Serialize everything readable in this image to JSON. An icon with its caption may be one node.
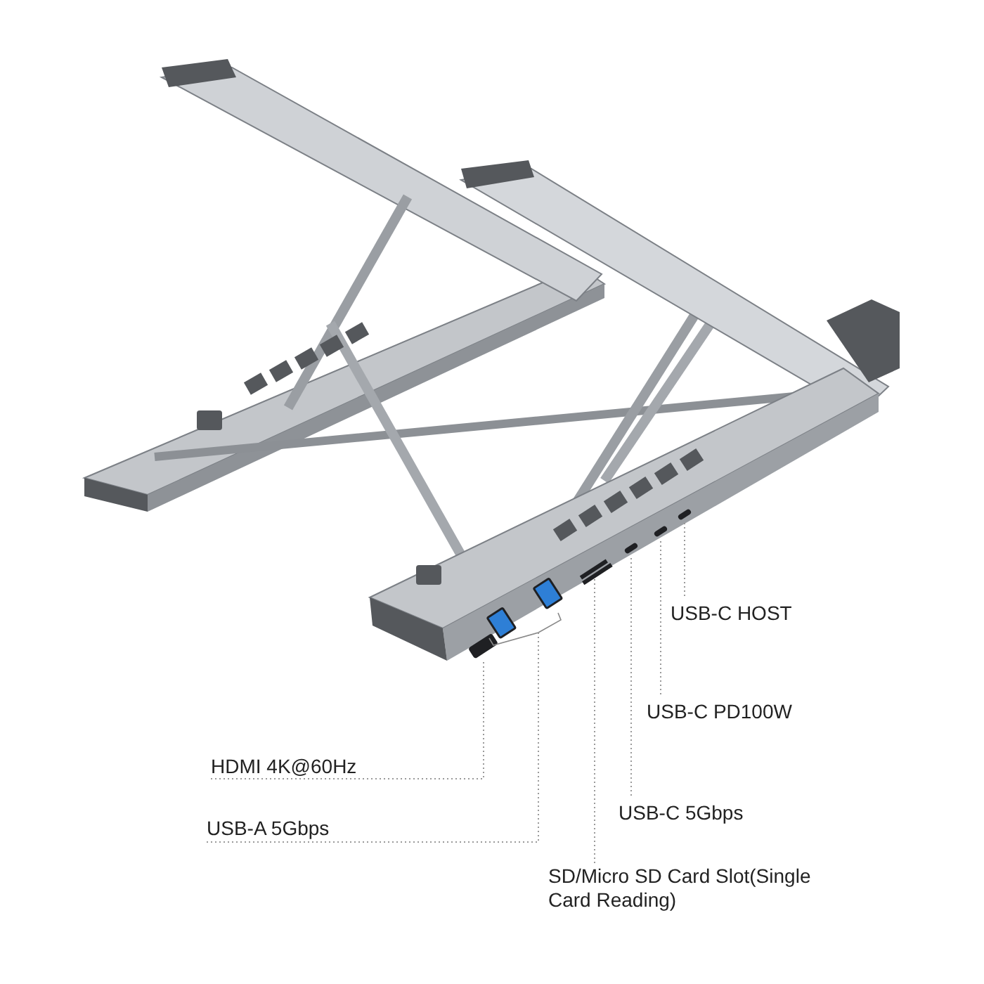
{
  "diagram": {
    "nodes": [
      {
        "text": [
          "USB-C HOST"
        ]
      },
      {
        "text": [
          "USB-C PD100W"
        ]
      },
      {
        "text": [
          "HDMI 4K@60Hz"
        ]
      },
      {
        "text": [
          "USB-C 5Gbps"
        ]
      },
      {
        "text": [
          "USB-A 5Gbps"
        ]
      },
      {
        "text": [
          "SD/Micro SD Card Slot(Single Card Reading)"
        ]
      },
      {
        "text": [],
        "shape": "box"
      },
      {
        "text": [],
        "shape": "box"
      },
      {
        "text": [],
        "shape": "box"
      },
      {
        "text": [],
        "shape": "box"
      },
      {
        "text": [],
        "shape": "box"
      },
      {
        "text": [],
        "shape": "box"
      }
    ],
    "edges": [
      {
        "from": 2,
        "to": 6,
        "arrow": "none"
      },
      {
        "from": 4,
        "to": 7,
        "arrow": "none"
      },
      {
        "from": 5,
        "to": 8,
        "arrow": "none"
      },
      {
        "from": 3,
        "to": 9,
        "arrow": "none"
      },
      {
        "from": 1,
        "to": 10,
        "arrow": "none"
      },
      {
        "from": 0,
        "to": 11,
        "arrow": "none"
      }
    ]
  }
}
